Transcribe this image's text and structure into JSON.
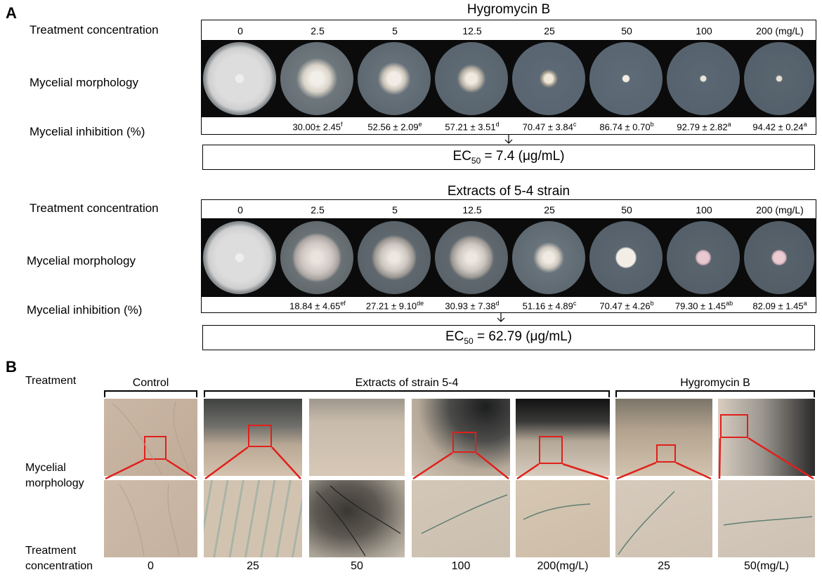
{
  "panelA": {
    "letter": "A",
    "labels": {
      "treatment": "Treatment concentration",
      "morphology": "Mycelial morphology",
      "inhibition": "Mycelial inhibition (%)"
    },
    "hygro": {
      "title": "Hygromycin  B",
      "concentrations": [
        "0",
        "2.5",
        "5",
        "12.5",
        "25",
        "50",
        "100",
        "200 (mg/L)"
      ],
      "inhibition": [
        {
          "value": "30.00± 2.45",
          "sig": "f"
        },
        {
          "value": "52.56 ± 2.09",
          "sig": "e"
        },
        {
          "value": "57.21 ± 3.51",
          "sig": "d"
        },
        {
          "value": "70.47 ± 3.84",
          "sig": "c"
        },
        {
          "value": "86.74 ± 0.70",
          "sig": "b"
        },
        {
          "value": "92.79 ± 2.82",
          "sig": "a"
        },
        {
          "value": "94.42 ± 0.24",
          "sig": "a"
        }
      ],
      "ec50_prefix": "EC",
      "ec50_sub": "50",
      "ec50_rest": " = 7.4 (μg/mL)"
    },
    "extract": {
      "title": "Extracts of 5-4 strain",
      "concentrations": [
        "0",
        "2.5",
        "5",
        "12.5",
        "25",
        "50",
        "100",
        "200 (mg/L)"
      ],
      "inhibition": [
        {
          "value": "18.84 ± 4.65",
          "sig": "ef"
        },
        {
          "value": "27.21 ± 9.10",
          "sig": "de"
        },
        {
          "value": "30.93 ± 7.38",
          "sig": "d"
        },
        {
          "value": "51.16 ± 4.89",
          "sig": "c"
        },
        {
          "value": "70.47 ± 4.26",
          "sig": "b"
        },
        {
          "value": "79.30 ± 1.45",
          "sig": "ab"
        },
        {
          "value": "82.09 ± 1.45",
          "sig": "a"
        }
      ],
      "ec50_prefix": "EC",
      "ec50_sub": "50",
      "ec50_rest": " = 62.79 (μg/mL)"
    }
  },
  "panelB": {
    "letter": "B",
    "labels": {
      "treatment": "Treatment",
      "morphology_line1": "Mycelial",
      "morphology_line2": "morphology",
      "conc_line1": "Treatment",
      "conc_line2": "concentration"
    },
    "groups": {
      "control": "Control",
      "extract": "Extracts of strain 5-4",
      "hygro": "Hygromycin B"
    },
    "concentrations": [
      "0",
      "25",
      "50",
      "100",
      "200(mg/L)",
      "25",
      "50(mg/L)"
    ],
    "highlight_color": "#e0201b"
  }
}
